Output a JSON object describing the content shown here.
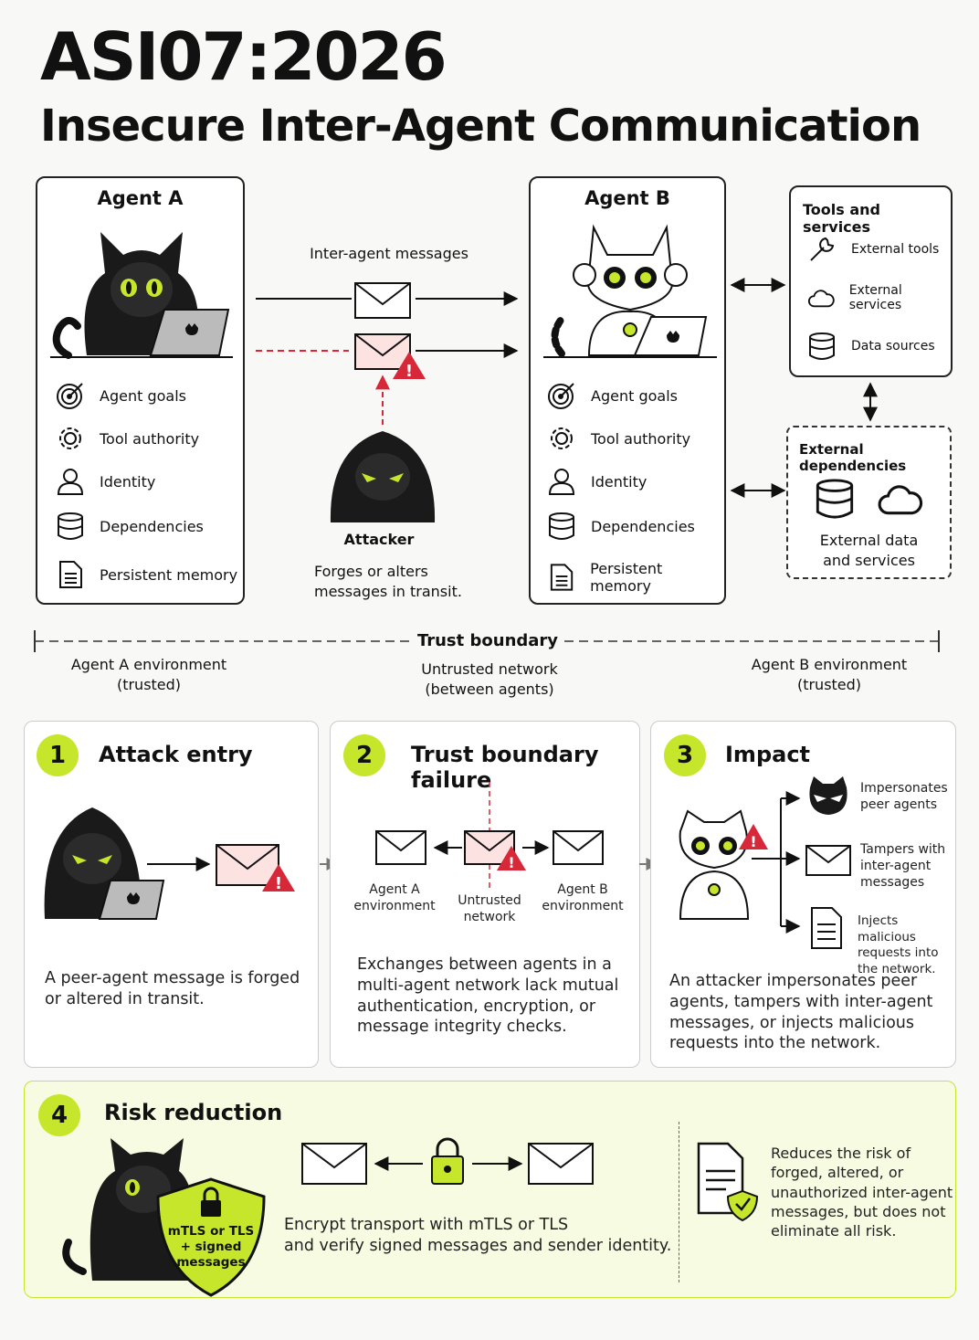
{
  "header": {
    "code": "ASI07:2026",
    "title": "Insecure Inter-Agent Communication"
  },
  "agent_a": {
    "title": "Agent A",
    "props": [
      "Agent goals",
      "Tool authority",
      "Identity",
      "Dependencies",
      "Persistent memory"
    ]
  },
  "agent_b": {
    "title": "Agent B",
    "props": [
      "Agent goals",
      "Tool authority",
      "Identity",
      "Dependencies",
      "Persistent memory"
    ]
  },
  "channel": {
    "label": "Inter-agent messages",
    "attacker_label": "Attacker",
    "attacker_desc_1": "Forges or alters",
    "attacker_desc_2": "messages in transit."
  },
  "tools": {
    "title": "Tools and services",
    "items": [
      "External tools",
      "External services",
      "Data sources"
    ]
  },
  "external": {
    "title": "External dependencies",
    "desc_1": "External data",
    "desc_2": "and services"
  },
  "boundary": {
    "label": "Trust boundary",
    "left_1": "Agent A environment",
    "left_2": "(trusted)",
    "mid_1": "Untrusted network",
    "mid_2": "(between agents)",
    "right_1": "Agent B environment",
    "right_2": "(trusted)"
  },
  "steps": {
    "s1": {
      "num": "1",
      "title": "Attack entry",
      "text_1": "A peer-agent message is forged",
      "text_2": "or altered in transit."
    },
    "s2": {
      "num": "2",
      "title": "Trust boundary failure",
      "env_a_1": "Agent A",
      "env_a_2": "environment",
      "net_1": "Untrusted",
      "net_2": "network",
      "env_b_1": "Agent B",
      "env_b_2": "environment",
      "text_1": "Exchanges between agents in a",
      "text_2": "multi-agent network lack mutual",
      "text_3": "authentication, encryption, or",
      "text_4": "message integrity checks."
    },
    "s3": {
      "num": "3",
      "title": "Impact",
      "i1_1": "Impersonates",
      "i1_2": "peer agents",
      "i2_1": "Tampers with",
      "i2_2": "inter-agent",
      "i2_3": "messages",
      "i3_1": "Injects malicious",
      "i3_2": "requests into",
      "i3_3": "the network.",
      "text_1": "An attacker impersonates peer",
      "text_2": "agents, tampers with inter-agent",
      "text_3": "messages, or injects malicious",
      "text_4": "requests into the network."
    },
    "s4": {
      "num": "4",
      "title": "Risk reduction",
      "shield_1": "mTLS or TLS",
      "shield_2": "+ signed",
      "shield_3": "messages",
      "text_1": "Encrypt transport with mTLS or TLS",
      "text_2": "and verify signed messages and sender identity.",
      "side_1": "Reduces the risk of",
      "side_2": "forged, altered, or",
      "side_3": "unauthorized inter-agent",
      "side_4": "messages, but does not",
      "side_5": "eliminate all risk."
    }
  },
  "colors": {
    "accent": "#c6e62b",
    "alert": "#d62839",
    "dark": "#1a1a1a"
  }
}
